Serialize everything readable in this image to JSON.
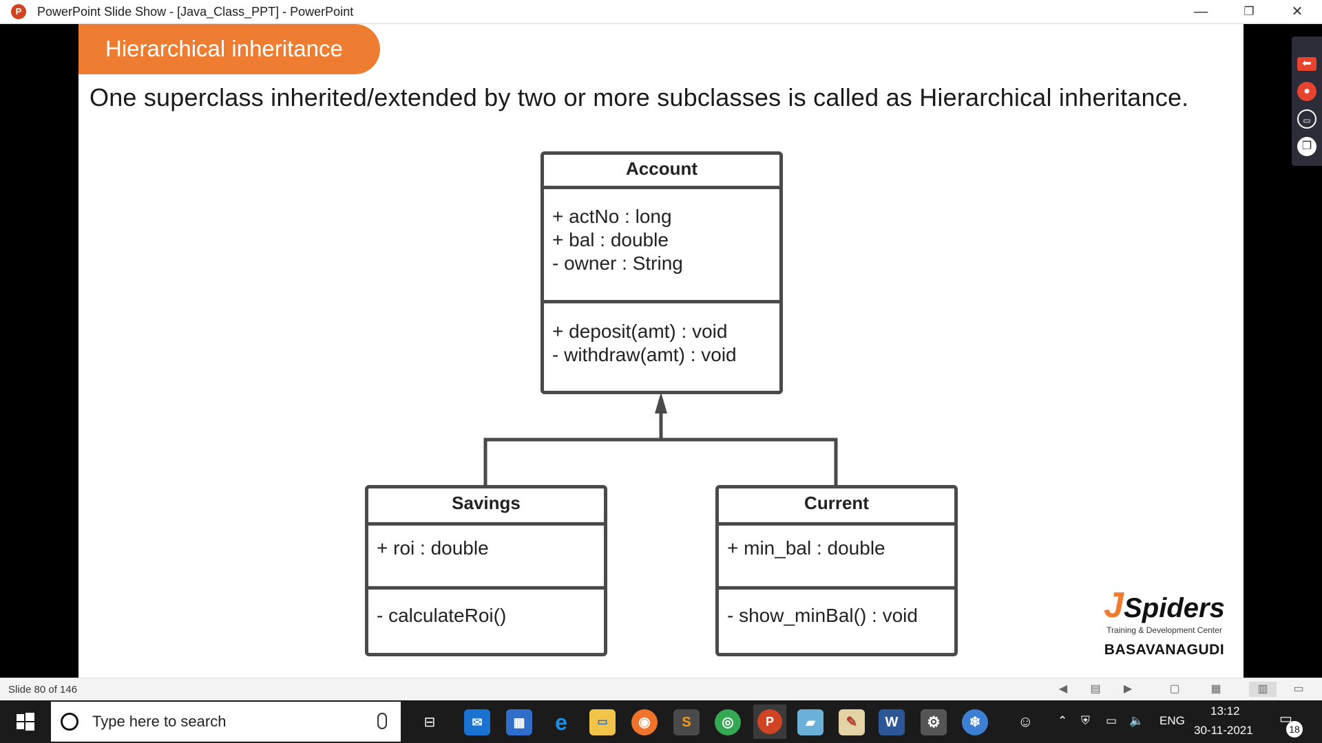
{
  "window": {
    "title": "PowerPoint Slide Show - [Java_Class_PPT] - PowerPoint",
    "app_icon_letter": "P",
    "minimize": "—",
    "restore": "❐",
    "close": "✕"
  },
  "slide": {
    "title": "Hierarchical  inheritance",
    "subtitle": "One superclass inherited/extended by two or more subclasses is called as Hierarchical inheritance.",
    "accent_color": "#ef7d31",
    "diagram": {
      "superclass": {
        "name": "Account",
        "attributes": [
          "+ actNo : long",
          "+ bal : double",
          "- owner : String"
        ],
        "methods": [
          "+  deposit(amt) : void",
          "-  withdraw(amt) : void"
        ]
      },
      "subclasses": [
        {
          "name": "Savings",
          "attributes": [
            "+ roi : double"
          ],
          "methods": [
            "-  calculateRoi()"
          ]
        },
        {
          "name": "Current",
          "attributes": [
            "+ min_bal : double"
          ],
          "methods": [
            "-  show_minBal() : void"
          ]
        }
      ]
    },
    "logo": {
      "j": "J",
      "name": "Spiders",
      "tagline": "Training & Development Center",
      "location": "BASAVANAGUDI"
    }
  },
  "status_bar": {
    "slide_counter": "Slide 80 of 146"
  },
  "taskbar": {
    "search_placeholder": "Type here to search",
    "apps": [
      "task-view",
      "mail",
      "store",
      "edge",
      "file-explorer",
      "firefox",
      "sublime-text",
      "chrome",
      "powerpoint",
      "notepad",
      "paint",
      "word",
      "settings",
      "snowflake"
    ],
    "language": "ENG",
    "time": "13:12",
    "date": "30-11-2021",
    "notification_count": "18"
  }
}
